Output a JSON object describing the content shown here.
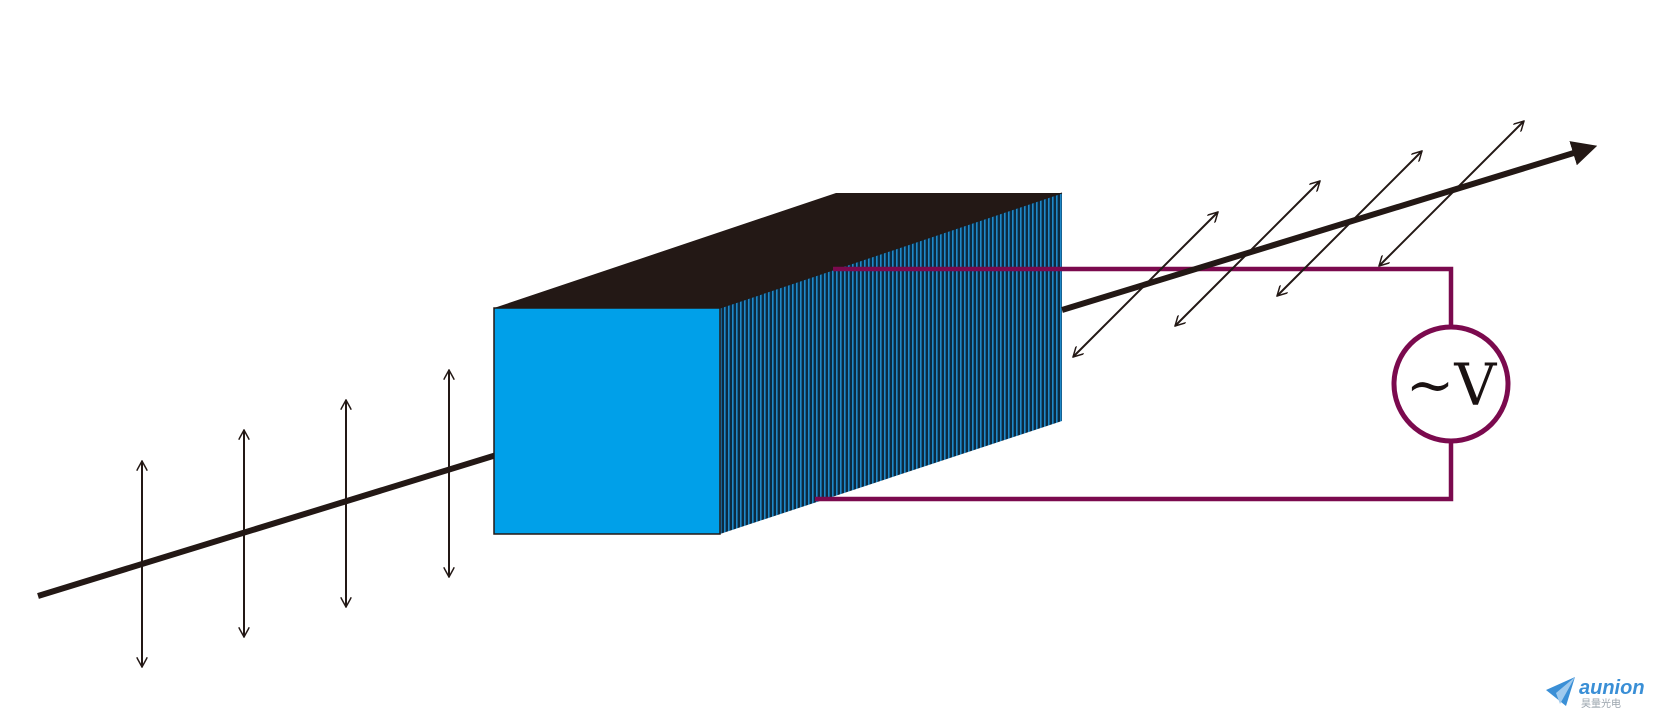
{
  "colors": {
    "background": "#ffffff",
    "ink": "#231815",
    "crystal_front": "#00a0e9",
    "crystal_top": "#231815",
    "crystal_side_dark": "#0d2a40",
    "crystal_side_stripe": "#1e88c8",
    "circuit": "#7b0a4e",
    "logo_blue": "#3a8fd6",
    "logo_gray": "#9aa4ad"
  },
  "source": {
    "label": "~V"
  },
  "logo": {
    "word": "aunion",
    "sub": "昊量光电"
  },
  "polarization": {
    "input": "vertical",
    "output": "diagonal"
  }
}
